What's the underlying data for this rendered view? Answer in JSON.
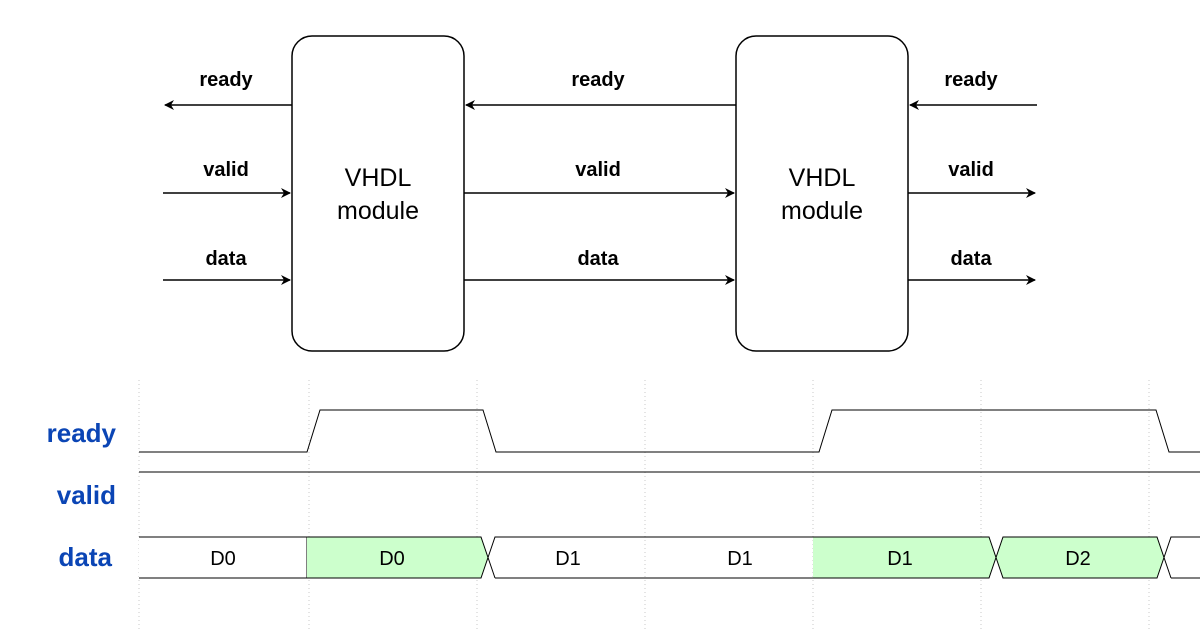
{
  "diagram": {
    "modules": [
      {
        "line1": "VHDL",
        "line2": "module"
      },
      {
        "line1": "VHDL",
        "line2": "module"
      }
    ],
    "signals": {
      "left": {
        "ready": "ready",
        "valid": "valid",
        "data": "data"
      },
      "middle": {
        "ready": "ready",
        "valid": "valid",
        "data": "data"
      },
      "right": {
        "ready": "ready",
        "valid": "valid",
        "data": "data"
      }
    }
  },
  "waveform": {
    "names": {
      "ready": "ready",
      "valid": "valid",
      "data": "data"
    },
    "ready_levels": [
      "low",
      "high",
      "low",
      "high",
      "low"
    ],
    "valid_level": "high",
    "data_cells": [
      {
        "label": "D0",
        "highlight": false
      },
      {
        "label": "D0",
        "highlight": true
      },
      {
        "label": "D1",
        "highlight": false
      },
      {
        "label": "D1",
        "highlight": false
      },
      {
        "label": "D1",
        "highlight": true
      },
      {
        "label": "D2",
        "highlight": true
      }
    ],
    "colors": {
      "highlight": "#ccffcc",
      "label": "#0b45b5"
    }
  }
}
